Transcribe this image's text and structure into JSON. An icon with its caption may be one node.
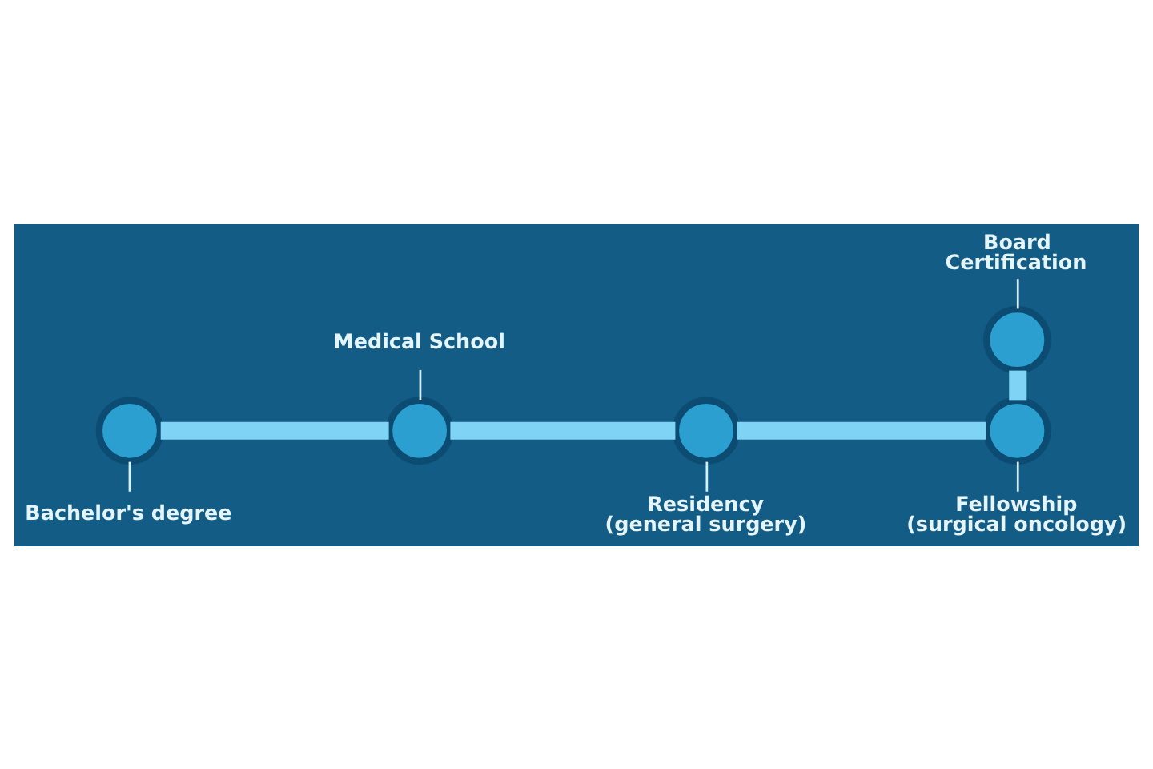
{
  "diagram": {
    "nodes": [
      {
        "text": [
          "Bachelor's degree"
        ]
      },
      {
        "text": [],
        "shape": "circle"
      },
      {
        "text": [
          "Medical School"
        ]
      },
      {
        "text": [],
        "shape": "circle"
      },
      {
        "text": [
          "Residency (general surgery)"
        ]
      },
      {
        "text": [],
        "shape": "circle"
      },
      {
        "text": [
          "Fellowship (surgical oncology)"
        ]
      },
      {
        "text": [],
        "shape": "circle"
      },
      {
        "text": [
          "Board Certification"
        ]
      },
      {
        "text": [],
        "shape": "circle"
      }
    ],
    "edges": [
      {
        "from": 1,
        "to": 3,
        "arrow": "none",
        "style": "thick",
        "color": "#7fd3f5"
      },
      {
        "from": 3,
        "to": 5,
        "arrow": "none",
        "style": "thick",
        "color": "#7fd3f5"
      },
      {
        "from": 5,
        "to": 7,
        "arrow": "none",
        "style": "thick",
        "color": "#7fd3f5"
      },
      {
        "from": 7,
        "to": 9,
        "arrow": "none",
        "style": "thick",
        "color": "#7fd3f5"
      },
      {
        "from": 0,
        "to": 1,
        "arrow": "none"
      },
      {
        "from": 2,
        "to": 3,
        "arrow": "none"
      },
      {
        "from": 4,
        "to": 5,
        "arrow": "none"
      },
      {
        "from": 6,
        "to": 7,
        "arrow": "none"
      },
      {
        "from": 8,
        "to": 9,
        "arrow": "none"
      }
    ]
  }
}
